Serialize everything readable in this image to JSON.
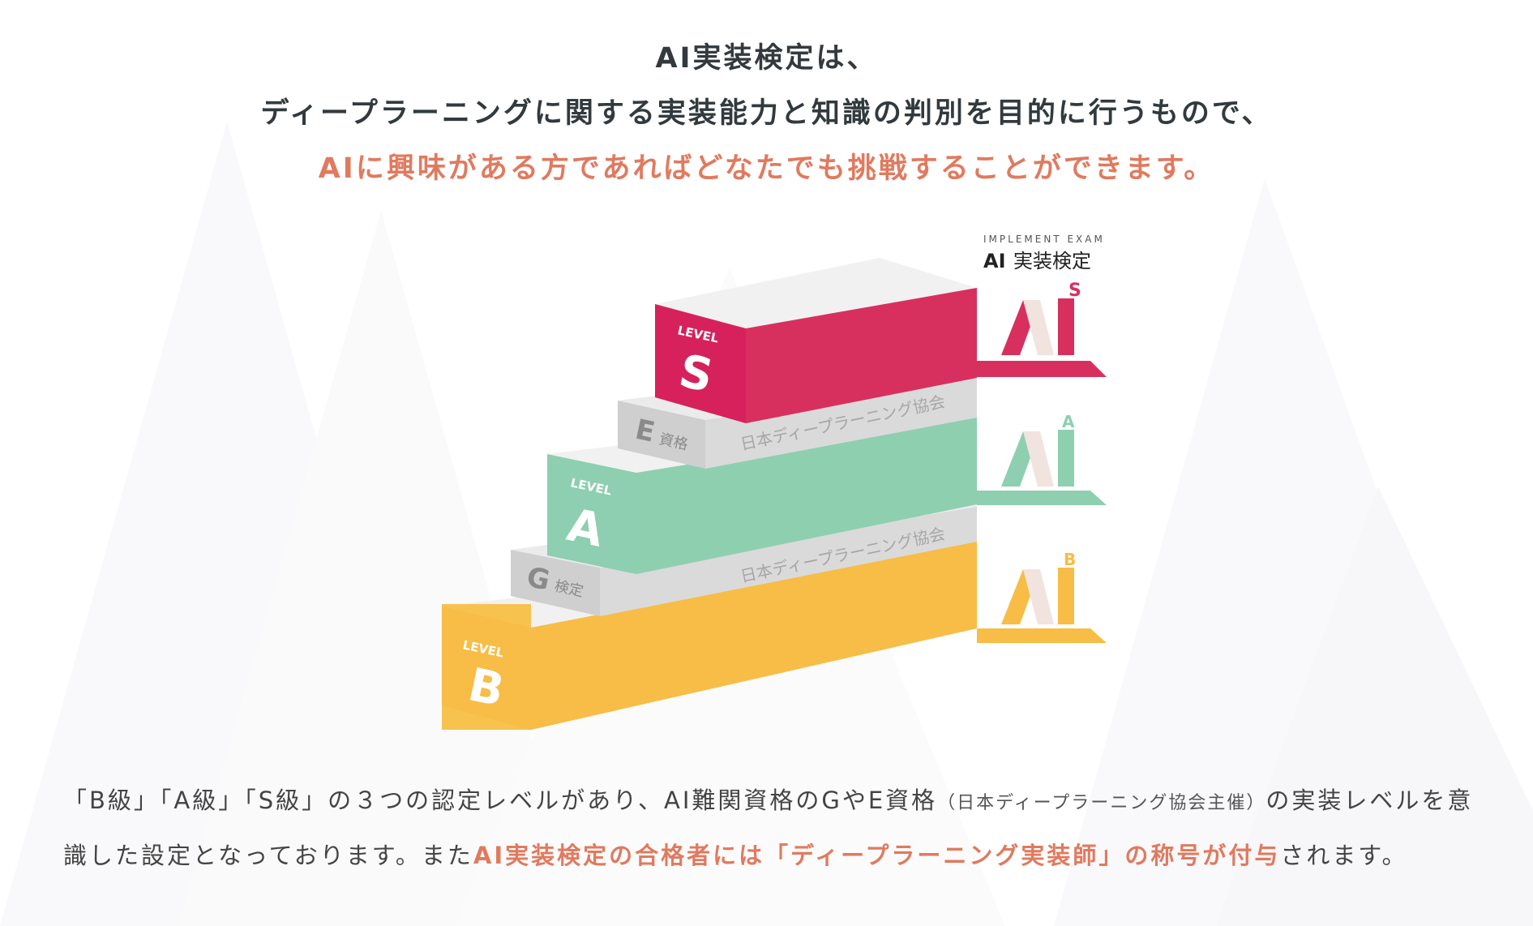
{
  "header": {
    "line1": "AI実装検定は、",
    "line2": "ディープラーニングに関する実装能力と知識の判別を目的に行うもので、",
    "line3": "AIに興味がある方であればどなたでも挑戦することができます。"
  },
  "diagram": {
    "brand": {
      "subtitle": "IMPLEMENT EXAM",
      "title_prefix": "AI",
      "title": "実装検定"
    },
    "levels": [
      {
        "word": "LEVEL",
        "letter": "S",
        "badge": "S",
        "color": "#d7305f",
        "color_top": "#f1f1f1",
        "color_side": "#c4244f"
      },
      {
        "word": "LEVEL",
        "letter": "A",
        "badge": "A",
        "color": "#8ecfb0",
        "color_top": "#f1f1f1",
        "color_side": "#7cc09f"
      },
      {
        "word": "LEVEL",
        "letter": "B",
        "badge": "B",
        "color": "#f7bd46",
        "color_top": "#f1f1f1",
        "color_side": "#eeaa2a"
      }
    ],
    "intermediate": [
      {
        "letter": "E",
        "label": "資格",
        "org": "日本ディープラーニング協会"
      },
      {
        "letter": "G",
        "label": "検定",
        "org": "日本ディープラーニング協会"
      }
    ],
    "logo_text": "AI"
  },
  "description": {
    "part1": "「B級」「A級」「S級」の３つの認定レベルがあり、AI難関資格のGやE資格",
    "part2": "（日本ディープラーニング協会主催）",
    "part3": "の実装レベルを意識した設定となっております。また",
    "highlight": "AI実装検定の合格者には「ディープラーニング実装師」の称号が付与",
    "part4": "されます。"
  },
  "colors": {
    "accent": "#e07a5f",
    "text_dark": "#333a3e",
    "gray_step": "#d7d7d7"
  }
}
